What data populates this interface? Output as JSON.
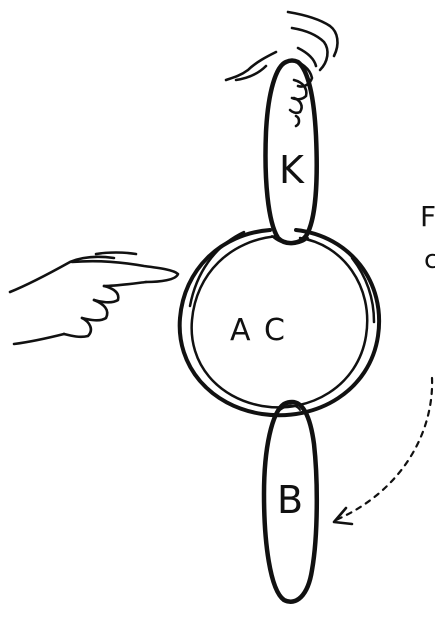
{
  "diagram": {
    "labels": {
      "ring_top": "K",
      "ring_center": "A C",
      "ring_bottom": "B",
      "edge_text_top": "F",
      "edge_text_second": "c"
    },
    "colors": {
      "ink": "#111111",
      "background": "#ffffff"
    },
    "icons": {
      "hand_top": "hand-holding-icon",
      "hand_left": "pointing-hand-icon",
      "arrow": "dashed-curved-arrow-icon"
    }
  }
}
